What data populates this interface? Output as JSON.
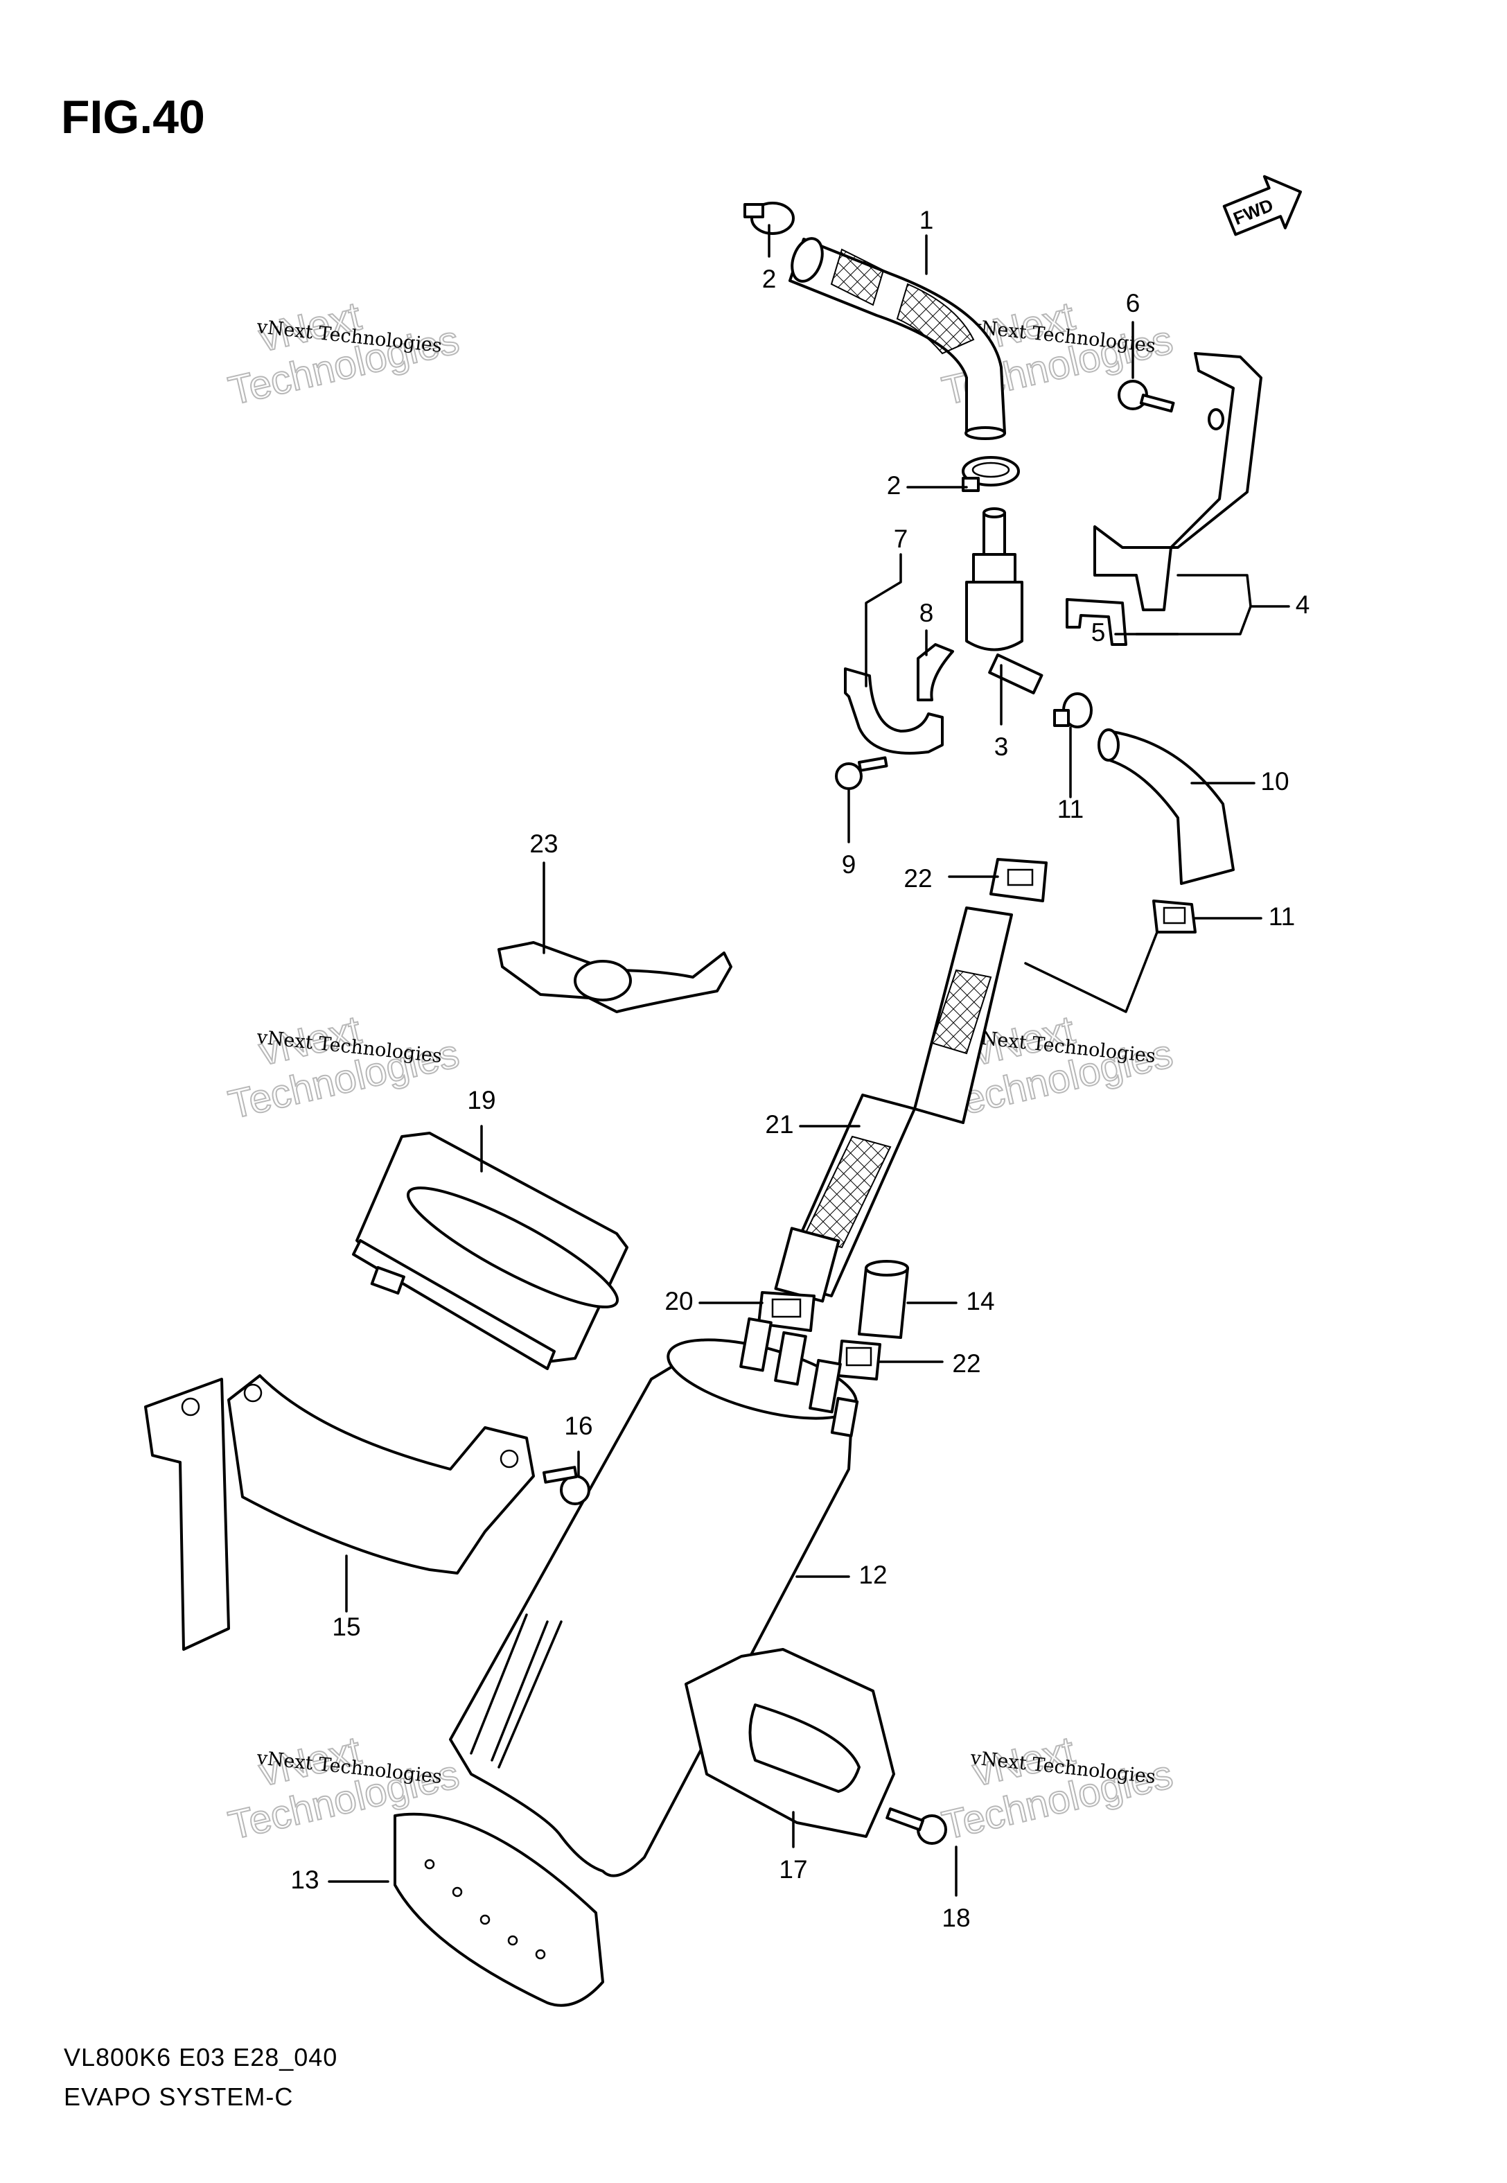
{
  "figure": {
    "title": "FIG.40"
  },
  "footer": {
    "model_code": "VL800K6 E03 E28_040",
    "section_name": "EVAPO SYSTEM-C"
  },
  "forward_marker": {
    "label": "FWD",
    "icon": "arrow-right-icon"
  },
  "watermark": {
    "company": "vNext Technologies",
    "line_1": "vNext",
    "line_2": "Technologies"
  },
  "callouts": [
    {
      "id": "c1",
      "label": "1"
    },
    {
      "id": "c2a",
      "label": "2"
    },
    {
      "id": "c2b",
      "label": "2"
    },
    {
      "id": "c3",
      "label": "3"
    },
    {
      "id": "c4",
      "label": "4"
    },
    {
      "id": "c5",
      "label": "5"
    },
    {
      "id": "c6",
      "label": "6"
    },
    {
      "id": "c7",
      "label": "7"
    },
    {
      "id": "c8",
      "label": "8"
    },
    {
      "id": "c9",
      "label": "9"
    },
    {
      "id": "c10",
      "label": "10"
    },
    {
      "id": "c11a",
      "label": "11"
    },
    {
      "id": "c11b",
      "label": "11"
    },
    {
      "id": "c12",
      "label": "12"
    },
    {
      "id": "c13",
      "label": "13"
    },
    {
      "id": "c14",
      "label": "14"
    },
    {
      "id": "c15",
      "label": "15"
    },
    {
      "id": "c16",
      "label": "16"
    },
    {
      "id": "c17",
      "label": "17"
    },
    {
      "id": "c18",
      "label": "18"
    },
    {
      "id": "c19",
      "label": "19"
    },
    {
      "id": "c20",
      "label": "20"
    },
    {
      "id": "c21",
      "label": "21"
    },
    {
      "id": "c22a",
      "label": "22"
    },
    {
      "id": "c22b",
      "label": "22"
    },
    {
      "id": "c23",
      "label": "23"
    }
  ]
}
